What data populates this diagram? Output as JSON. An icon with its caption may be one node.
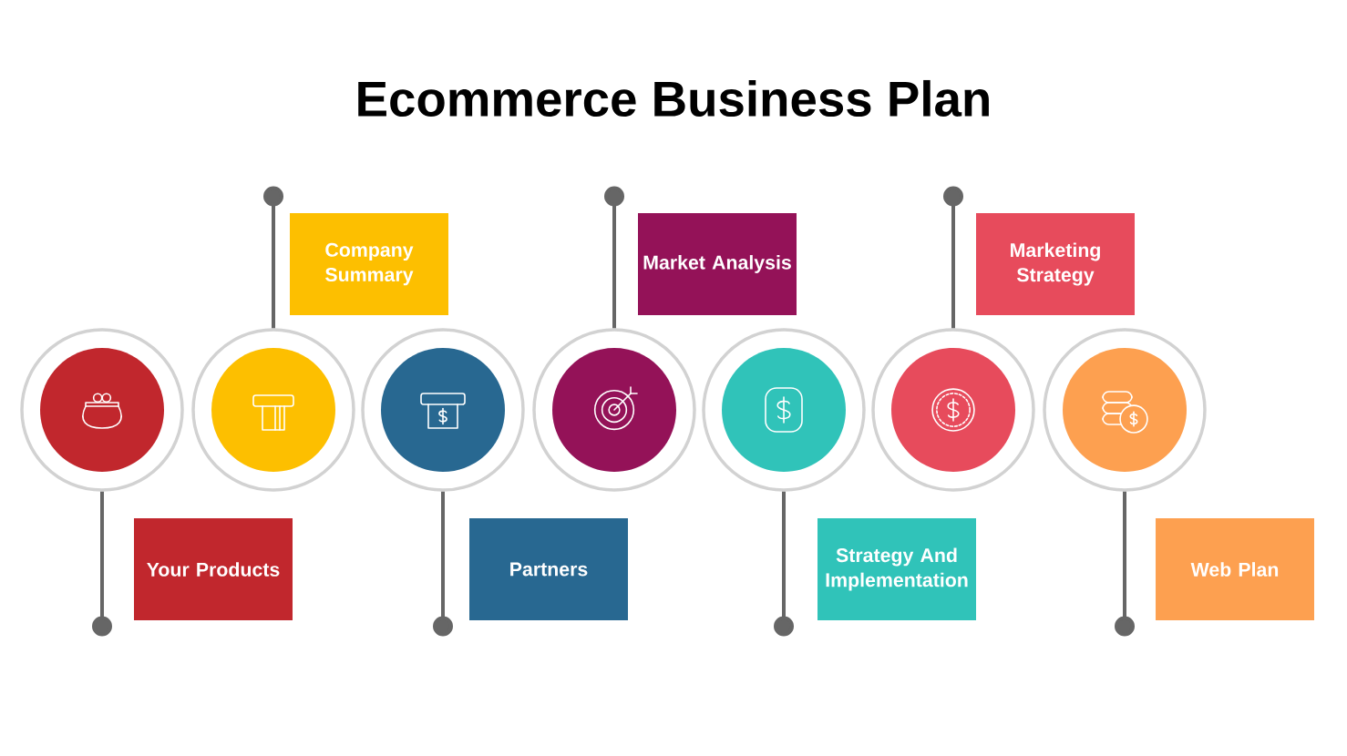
{
  "diagram": {
    "title": "Ecommerce Business Plan",
    "nodes": [
      {
        "text": [],
        "shape": "circle"
      },
      {
        "text": [
          "Your Products"
        ]
      },
      {
        "text": [],
        "shape": "circle"
      },
      {
        "text": [
          "Company Summary"
        ]
      },
      {
        "text": [],
        "shape": "circle"
      },
      {
        "text": [
          "Partners"
        ]
      },
      {
        "text": [],
        "shape": "circle"
      },
      {
        "text": [
          "Market Analysis"
        ]
      },
      {
        "text": [],
        "shape": "circle"
      },
      {
        "text": [
          "Strategy And Implementation"
        ]
      },
      {
        "text": [],
        "shape": "circle"
      },
      {
        "text": [
          "Marketing Strategy"
        ]
      },
      {
        "text": [],
        "shape": "circle"
      },
      {
        "text": [
          "Web Plan"
        ]
      }
    ],
    "edges": [
      {
        "from": 0,
        "to": 1,
        "arrow": "other"
      },
      {
        "from": 2,
        "to": 3,
        "arrow": "other"
      },
      {
        "from": 4,
        "to": 5,
        "arrow": "other"
      },
      {
        "from": 6,
        "to": 7,
        "arrow": "other"
      },
      {
        "from": 8,
        "to": 9,
        "arrow": "other"
      },
      {
        "from": 10,
        "to": 11,
        "arrow": "other"
      },
      {
        "from": 12,
        "to": 13,
        "arrow": "other"
      }
    ]
  }
}
